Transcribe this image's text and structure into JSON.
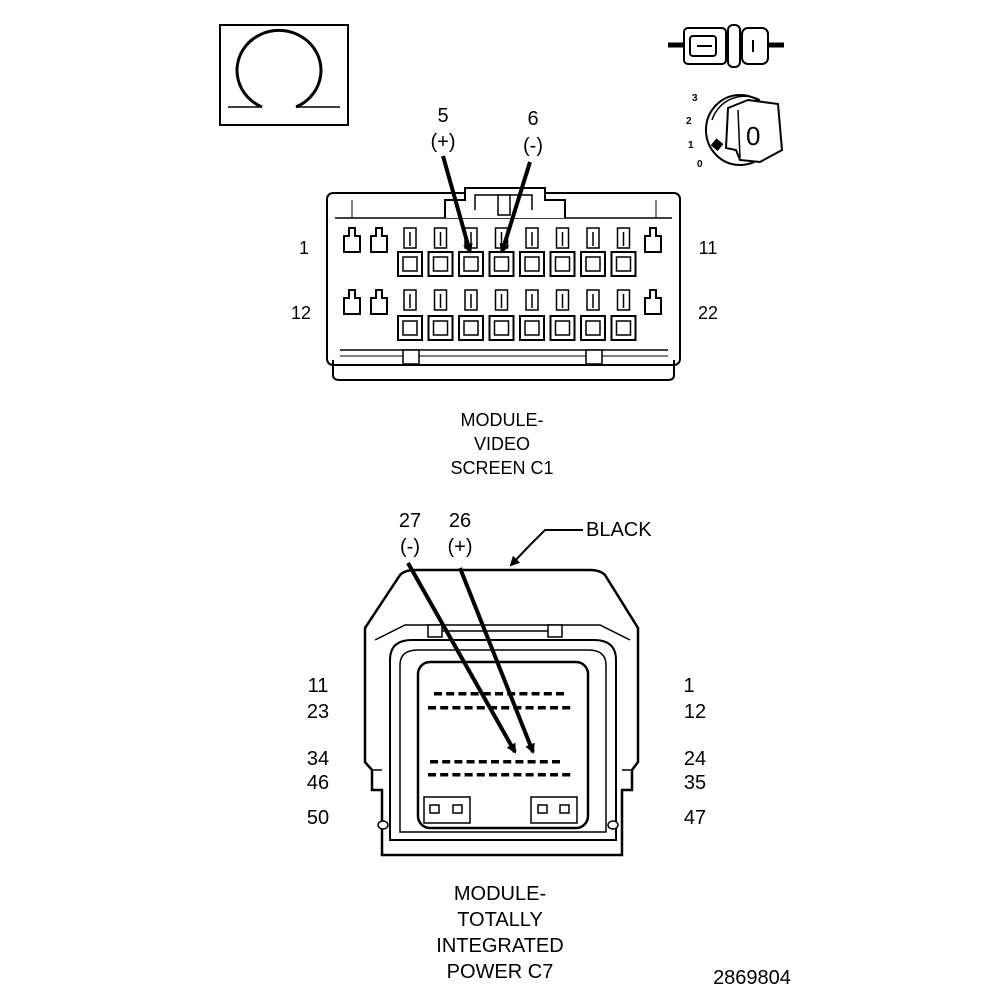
{
  "ohmmeter_icon": "ohmmeter-omega-icon",
  "disconnect_icon": "connector-disconnect-icon",
  "ignition_icon": "ignition-key-off-icon",
  "ignition_positions": [
    "3",
    "2",
    "1",
    "0"
  ],
  "ignition_key_label": "0",
  "c1": {
    "probe_a_pin": "5",
    "probe_a_sign": "(+)",
    "probe_b_pin": "6",
    "probe_b_sign": "(-)",
    "pin_top_left": "1",
    "pin_top_right": "11",
    "pin_bottom_left": "12",
    "pin_bottom_right": "22",
    "caption_line1": "MODULE-",
    "caption_line2": "VIDEO",
    "caption_line3": "SCREEN C1"
  },
  "c7": {
    "probe_a_pin": "27",
    "probe_a_sign": "(-)",
    "probe_b_pin": "26",
    "probe_b_sign": "(+)",
    "color_label": "BLACK",
    "left_pins": [
      "11",
      "23",
      "34",
      "46",
      "50"
    ],
    "right_pins": [
      "1",
      "12",
      "24",
      "35",
      "47"
    ],
    "caption_line1": "MODULE-",
    "caption_line2": "TOTALLY",
    "caption_line3": "INTEGRATED",
    "caption_line4": "POWER C7"
  },
  "figure_id": "2869804"
}
